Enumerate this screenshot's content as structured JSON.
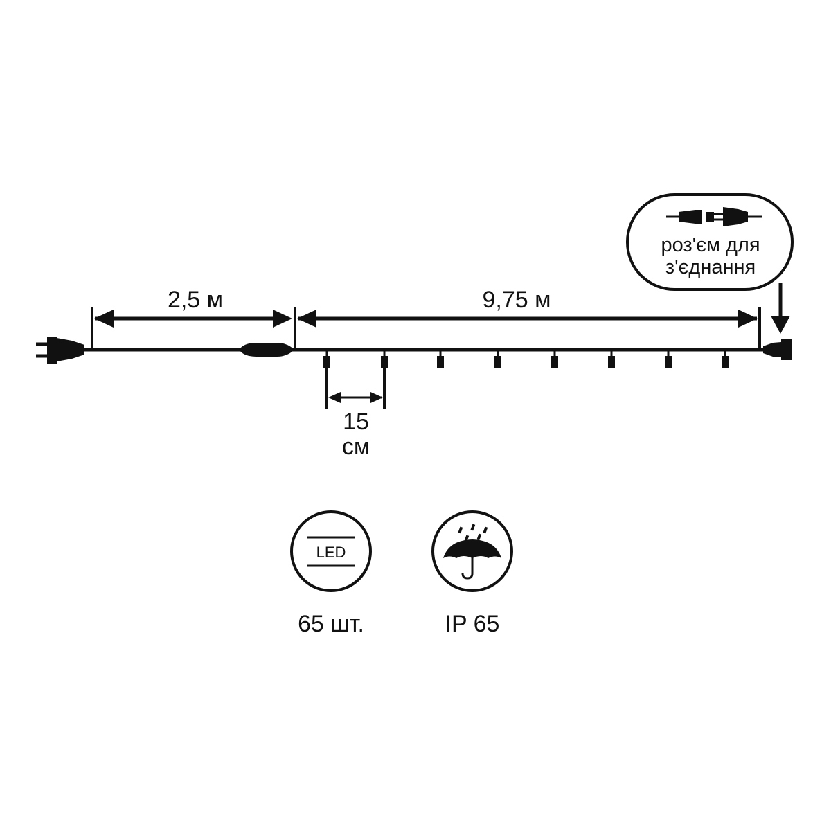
{
  "diagram": {
    "lead_cable_length": "2,5 м",
    "led_section_length": "9,75 м",
    "led_spacing_value": "15",
    "led_spacing_unit": "см",
    "connector_note_line1": "роз'єм для",
    "connector_note_line2": "з'єднання"
  },
  "badges": {
    "led": {
      "icon_text": "LED",
      "caption": "65 шт."
    },
    "ip": {
      "caption": "IP 65"
    }
  },
  "colors": {
    "ink": "#111111",
    "background": "#ffffff"
  }
}
